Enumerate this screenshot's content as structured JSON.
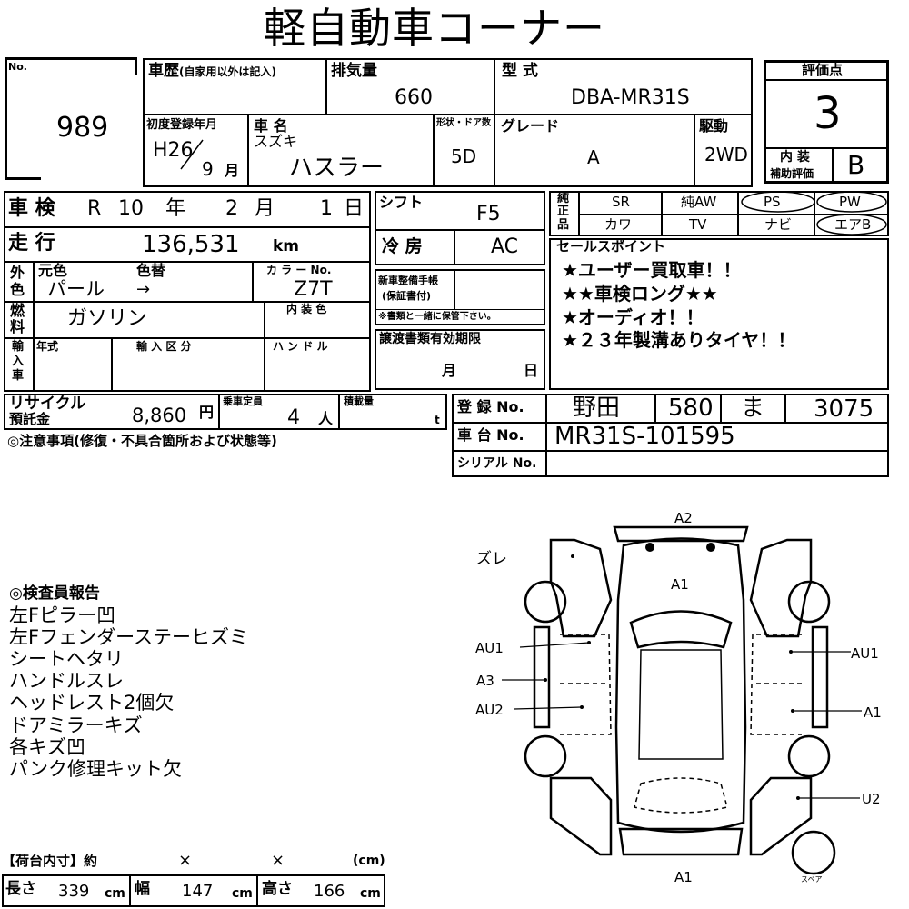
{
  "title": "軽自動車コーナー",
  "lot": {
    "no_label": "No.",
    "number": "989"
  },
  "history": {
    "label": "車歴",
    "note": "(自家用以外は記入)",
    "value": ""
  },
  "displacement": {
    "label": "排気量",
    "value": "660"
  },
  "model": {
    "label": "型 式",
    "value": "DBA-MR31S"
  },
  "grade_box": {
    "label": "評価点",
    "score": "3",
    "interior_label_1": "内 装",
    "interior_label_2": "補助評価",
    "interior_value": "B"
  },
  "first_reg": {
    "label": "初度登録年月",
    "era_year": "H26",
    "month": "9",
    "month_unit": "月"
  },
  "car_name": {
    "label": "車 名",
    "maker": "スズキ",
    "name": "ハスラー"
  },
  "door": {
    "label": "形状・ドア数",
    "value": "5D"
  },
  "grade": {
    "label": "グレード",
    "value": "A"
  },
  "drive": {
    "label": "駆動",
    "value": "2WD"
  },
  "inspection": {
    "label": "車 検",
    "era": "R",
    "year": "10",
    "year_unit": "年",
    "month": "2",
    "month_unit": "月",
    "day": "1",
    "day_unit": "日"
  },
  "shift": {
    "label": "シフト",
    "value": "F5"
  },
  "equipment": {
    "label_1": "純",
    "label_2": "正",
    "label_3": "品",
    "row1": [
      "SR",
      "純AW",
      "PS",
      "PW"
    ],
    "row2": [
      "カワ",
      "TV",
      "ナビ",
      "エアB"
    ]
  },
  "mileage": {
    "label": "走 行",
    "value": "136,531",
    "unit": "km"
  },
  "aircon": {
    "label": "冷 房",
    "value": "AC"
  },
  "sales_points": {
    "label": "セールスポイント",
    "items": [
      "★ユーザー買取車！！",
      "★★車検ロング★★",
      "★オーディオ！！",
      "★２３年製溝ありタイヤ！！"
    ]
  },
  "color": {
    "outer_label_1": "外",
    "outer_label_2": "色",
    "original_label": "元色",
    "change_label": "色替",
    "original_value": "パール",
    "arrow": "→",
    "color_no_label": "カ ラ ー No.",
    "color_no_value": "Z7T",
    "interior_color_label": "内 装 色"
  },
  "maintenance": {
    "label_1": "新車整備手帳",
    "label_2": "(保証書付)",
    "note": "※書類と一緒に保管下さい。"
  },
  "fuel": {
    "label_1": "燃",
    "label_2": "料",
    "value": "ガソリン"
  },
  "import": {
    "label_1": "輸",
    "label_2": "入",
    "label_3": "車",
    "year_label": "年式",
    "type_label": "輸 入 区 分",
    "handle_label": "ハ ン ド ル"
  },
  "transfer": {
    "label": "譲渡書類有効期限",
    "month_unit": "月",
    "day_unit": "日"
  },
  "recycle": {
    "label_1": "リサイクル",
    "label_2": "預託金",
    "value": "8,860",
    "unit": "円"
  },
  "capacity": {
    "label": "乗車定員",
    "value": "4",
    "unit": "人"
  },
  "load": {
    "label": "積載量",
    "unit": "t"
  },
  "registration": {
    "label": "登 録 No.",
    "place": "野田",
    "class": "580",
    "kana": "ま",
    "number": "3075"
  },
  "chassis": {
    "label": "車 台 No.",
    "value": "MR31S-101595"
  },
  "serial": {
    "label": "シリアル No.",
    "value": ""
  },
  "notes_heading": "◎注意事項(修復・不具合箇所および状態等)",
  "inspector": {
    "heading": "◎検査員報告",
    "items": [
      "左Fピラー凹",
      "左Fフェンダーステーヒズミ",
      "シートヘタリ",
      "ハンドルスレ",
      "ヘッドレスト2個欠",
      "ドアミラーキズ",
      "各キズ凹",
      "パンク修理キット欠"
    ]
  },
  "diagram": {
    "labels": {
      "top": "A2",
      "roof": "A1",
      "zure": "ズレ",
      "au1_left": "AU1",
      "a3_left": "A3",
      "au2_left": "AU2",
      "au1_right": "AU1",
      "a1_right": "A1",
      "u2_right": "U2",
      "bottom": "A1",
      "spare": "スペア"
    }
  },
  "cargo": {
    "label": "【荷台内寸】約",
    "x1": "×",
    "x2": "×",
    "unit": "(cm)",
    "length_label": "長さ",
    "length_value": "339",
    "width_label": "幅",
    "width_value": "147",
    "height_label": "高さ",
    "height_value": "166",
    "cm": "cm"
  }
}
